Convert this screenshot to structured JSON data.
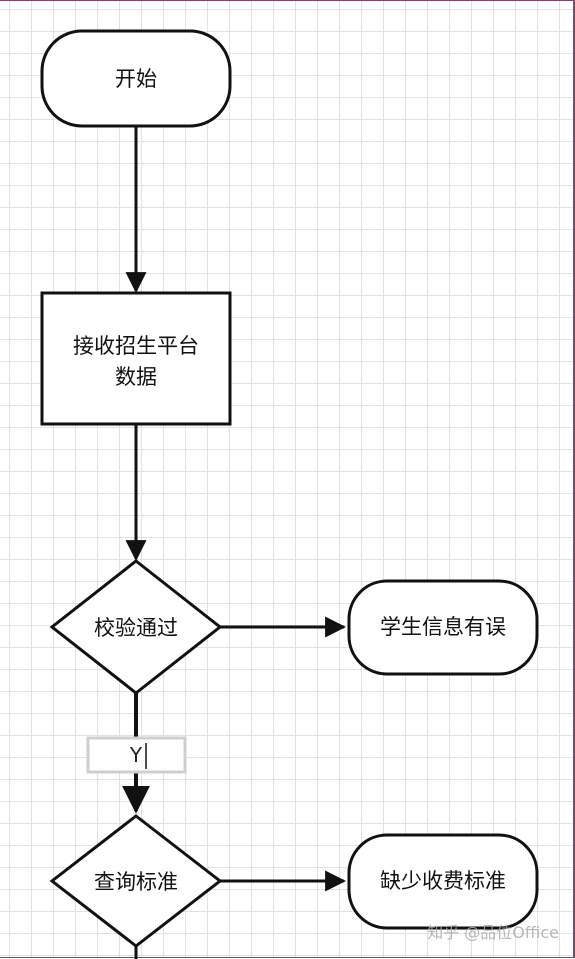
{
  "nodes": {
    "start": {
      "label": "开始"
    },
    "receive": {
      "line1": "接收招生平台",
      "line2": "数据"
    },
    "verify": {
      "label": "校验通过"
    },
    "student_error": {
      "label": "学生信息有误"
    },
    "query": {
      "label": "查询标准"
    },
    "missing_fee": {
      "label": "缺少收费标准"
    }
  },
  "edge_labels": {
    "yes": "Y"
  },
  "watermark": "知乎 @品位Office",
  "colors": {
    "stroke": "#111111",
    "grid": "#e1e1e1",
    "frame": "#7a4a66"
  }
}
